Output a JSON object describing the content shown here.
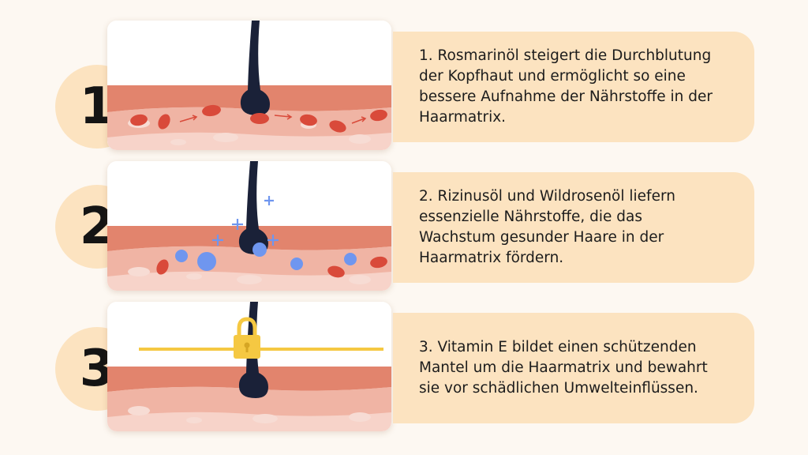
{
  "steps": [
    {
      "number": "1",
      "text": "1. Rosmarinöl steigert die Durchblutung der Kopfhaut und ermöglicht so eine bessere Aufnahme der Nährstoffe in der Haarmatrix."
    },
    {
      "number": "2",
      "text": "2. Rizinusöl und Wildrosenöl liefern essenzielle Nährstoffe, die das Wachstum gesunder Haare in der Haarmatrix fördern."
    },
    {
      "number": "3",
      "text": "3. Vitamin E bildet einen schützenden Mantel um die Haarmatrix und bewahrt sie vor schädlichen Umwelteinflüssen."
    }
  ],
  "colors": {
    "background": "#fdf8f2",
    "card": "#fce3c0",
    "skin_top": "#e2846d",
    "skin_mid": "#f0b4a4",
    "skin_bottom": "#f7d3c9",
    "hair": "#1a2138",
    "blood_cell": "#d94a3a",
    "nutrient": "#6f96ef",
    "vitamin_e": "#f5c842"
  },
  "icons": [
    "blood-cell-icon",
    "arrow-icon",
    "plus-icon",
    "nutrient-dot-icon",
    "padlock-icon"
  ]
}
